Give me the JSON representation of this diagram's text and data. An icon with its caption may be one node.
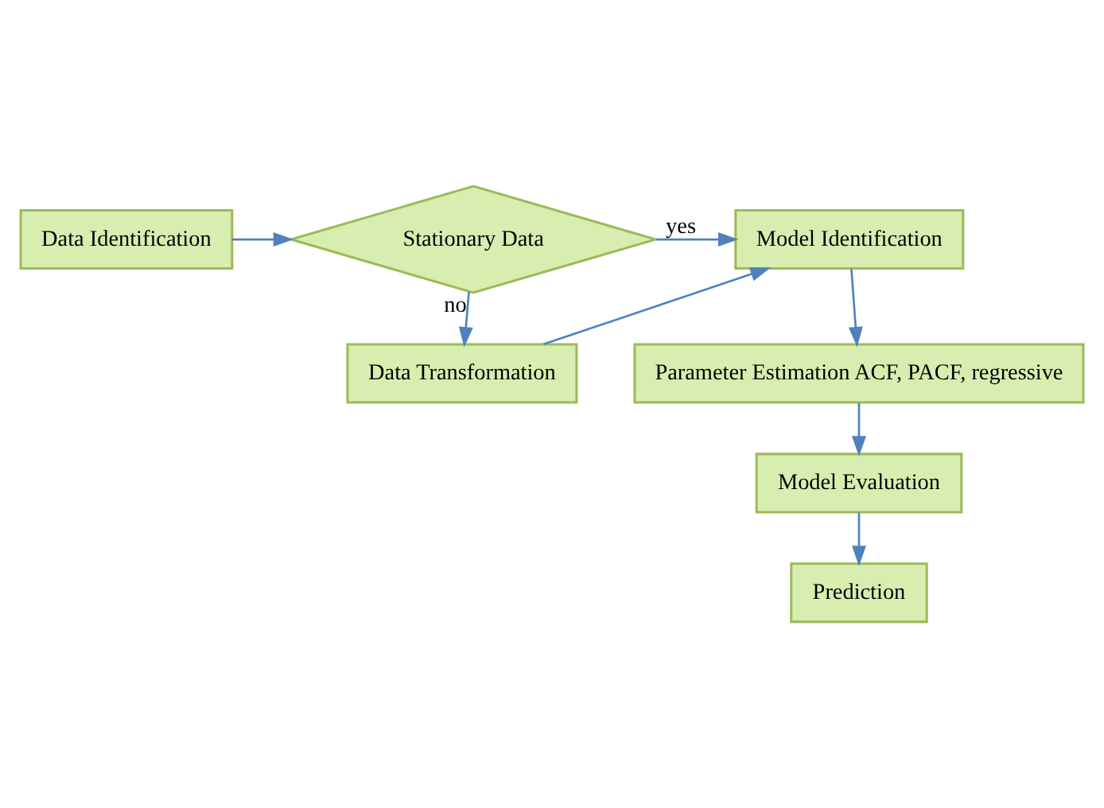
{
  "diagram": {
    "nodes": [
      {
        "text": [
          "Data Identification"
        ]
      },
      {
        "text": [
          "Stationary Data"
        ]
      },
      {
        "text": [
          "Model Identification"
        ]
      },
      {
        "text": [
          "Data Transformation"
        ]
      },
      {
        "text": [
          "Parameter Estimation ACF, PACF, regressive"
        ]
      },
      {
        "text": [
          "Model Evaluation"
        ]
      },
      {
        "text": [
          "Prediction"
        ]
      }
    ],
    "edges": [
      {
        "from": 0,
        "to": 1,
        "arrow": "to"
      },
      {
        "from": 1,
        "to": 2,
        "arrow": "to",
        "label": "yes"
      },
      {
        "from": 1,
        "to": 3,
        "arrow": "to",
        "label": "no"
      },
      {
        "from": 3,
        "to": 2,
        "arrow": "to"
      },
      {
        "from": 2,
        "to": 4,
        "arrow": "to"
      },
      {
        "from": 4,
        "to": 5,
        "arrow": "to"
      },
      {
        "from": 5,
        "to": 6,
        "arrow": "to"
      }
    ]
  }
}
